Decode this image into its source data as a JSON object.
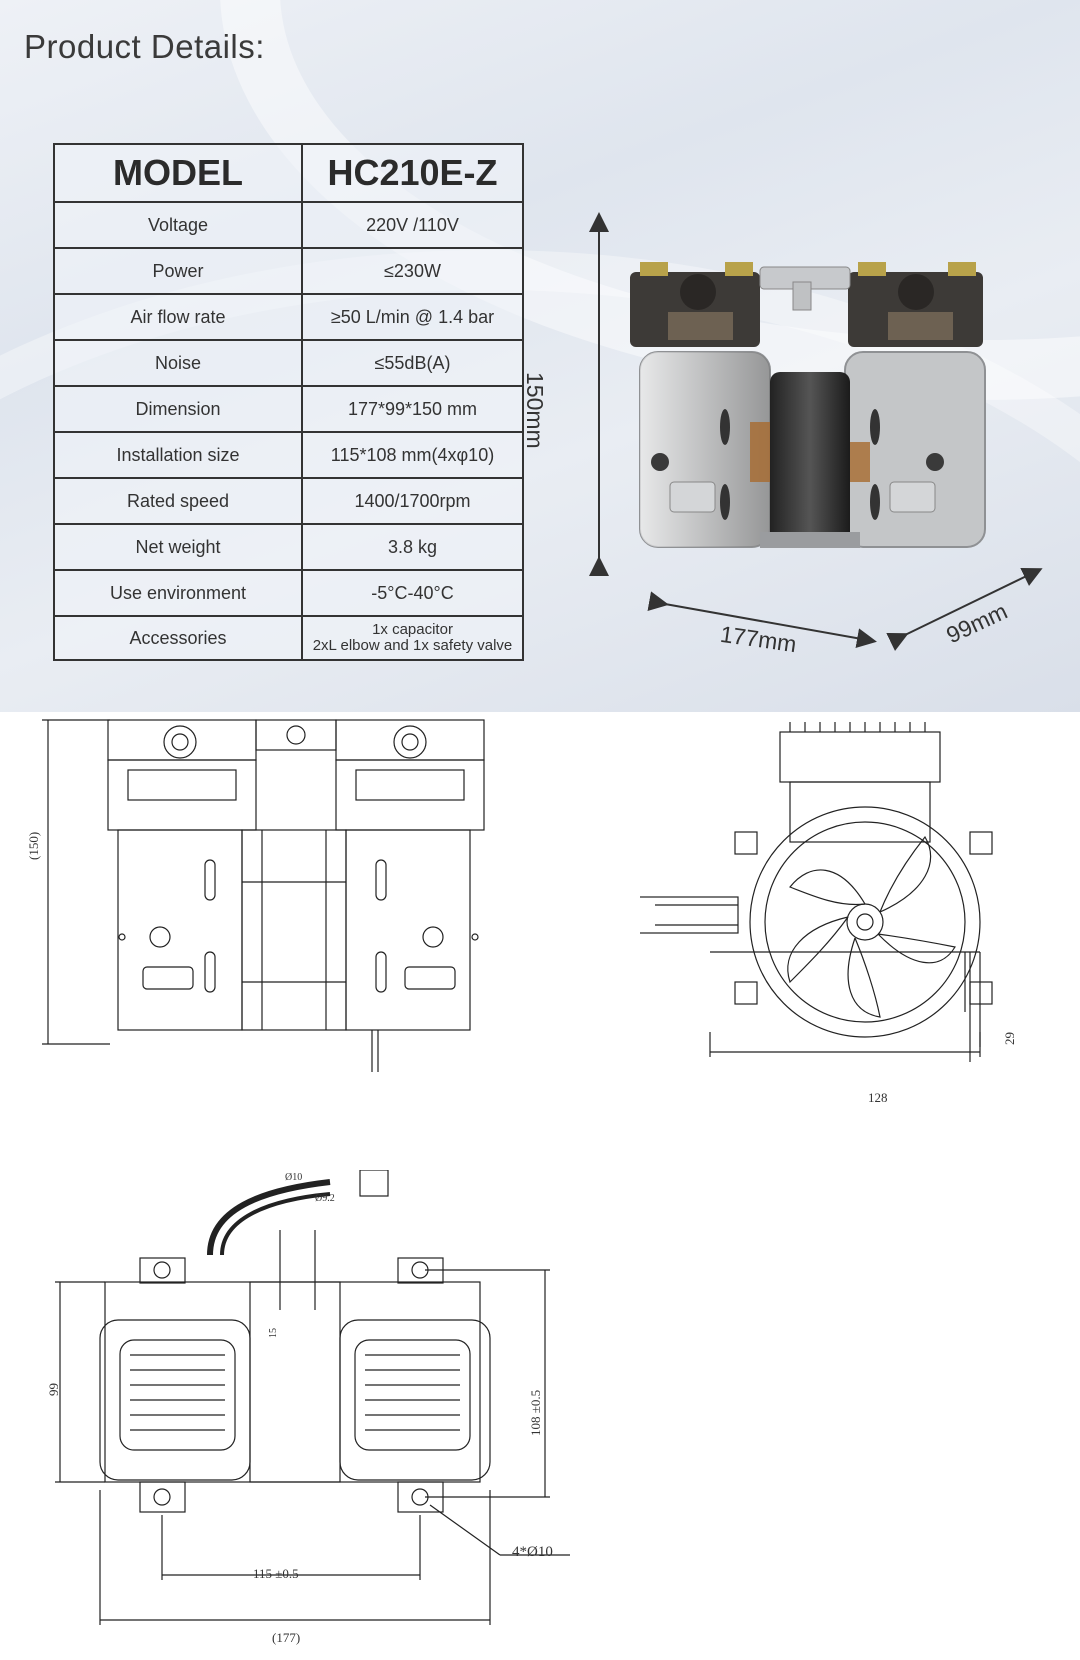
{
  "title": "Product Details:",
  "spec_table": {
    "model_label": "MODEL",
    "model_value": "HC210E-Z",
    "rows": [
      {
        "label": "Voltage",
        "value": "220V /110V"
      },
      {
        "label": "Power",
        "value": "≤230W"
      },
      {
        "label": "Air flow rate",
        "value": "≥50 L/min @ 1.4 bar"
      },
      {
        "label": "Noise",
        "value": "≤55dB(A)"
      },
      {
        "label": "Dimension",
        "value": "177*99*150 mm"
      },
      {
        "label": "Installation size",
        "value": "115*108 mm(4xφ10)"
      },
      {
        "label": "Rated speed",
        "value": "1400/1700rpm"
      },
      {
        "label": "Net weight",
        "value": "3.8 kg"
      },
      {
        "label": "Use environment",
        "value": "-5°C-40°C"
      }
    ],
    "accessories_label": "Accessories",
    "accessories_line1": "1x capacitor",
    "accessories_line2": "2xL elbow and 1x safety valve"
  },
  "photo_dims": {
    "height": "150mm",
    "length": "177mm",
    "depth": "99mm"
  },
  "front_view": {
    "height": "(150)"
  },
  "side_view": {
    "width": "128",
    "height": "29"
  },
  "bottom_view": {
    "d1": "Ø10",
    "d2": "Ø9.2",
    "small": "15",
    "depth": "99",
    "mount_y": "108 ±0.5",
    "mount_x": "115 ±0.5",
    "holes": "4*Ø10",
    "length": "(177)"
  }
}
